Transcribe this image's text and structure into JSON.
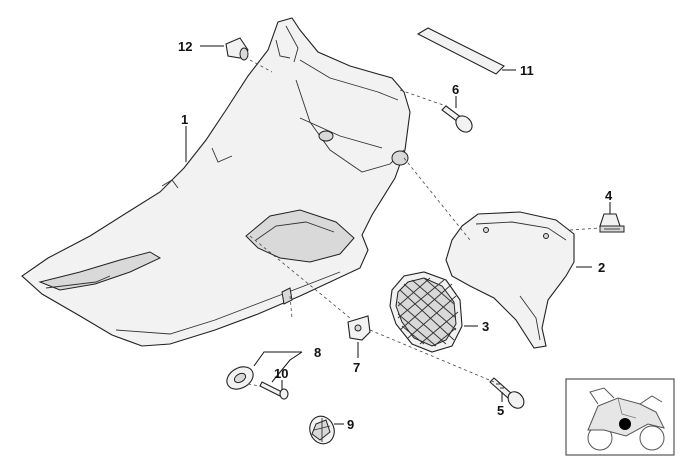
{
  "callouts": {
    "c1": "1",
    "c2": "2",
    "c3": "3",
    "c4": "4",
    "c5": "5",
    "c6": "6",
    "c7": "7",
    "c8": "8",
    "c9": "9",
    "c10": "10",
    "c11": "11",
    "c12": "12"
  },
  "colors": {
    "line": "#222222",
    "fill": "#f2f2f2",
    "shade": "#d9d9d9",
    "marker": "#000000"
  }
}
